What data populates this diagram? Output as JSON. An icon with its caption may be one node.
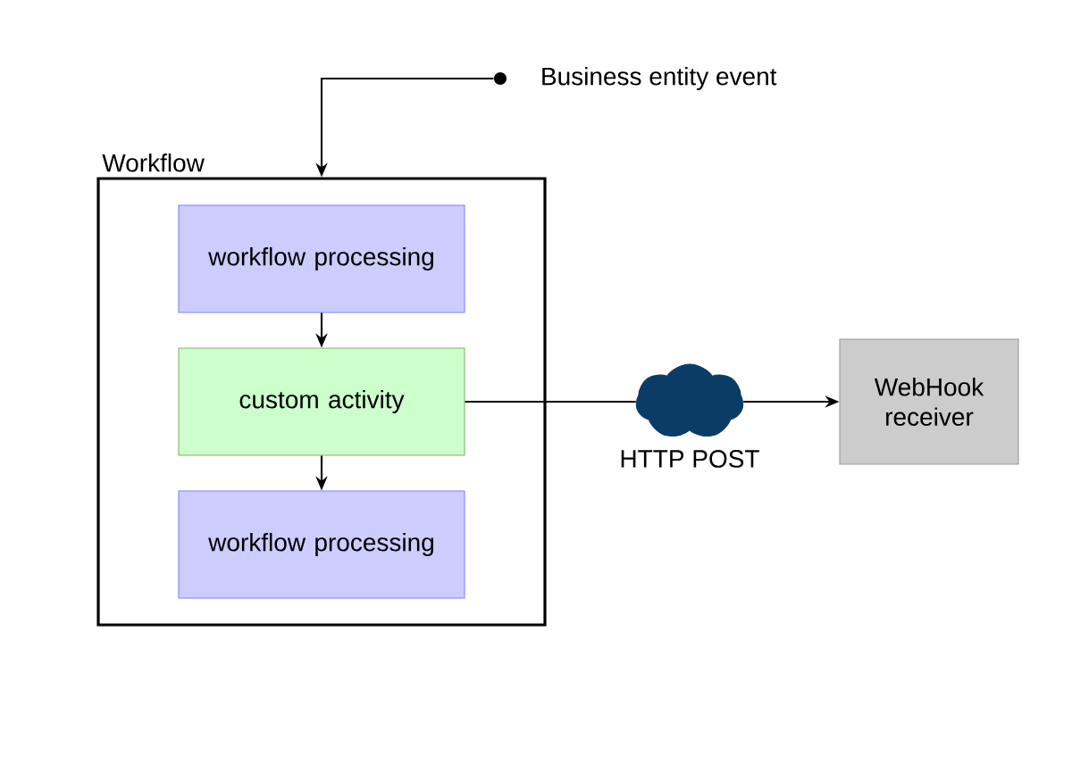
{
  "diagram": {
    "nodes": [
      {
        "text": [
          "Workflow"
        ]
      },
      {
        "text": [
          "workflow processing"
        ],
        "in": 0
      },
      {
        "text": [
          "custom activity"
        ],
        "in": 0
      },
      {
        "text": [
          "workflow processing"
        ],
        "in": 0
      },
      {
        "text": [],
        "shape": "circle",
        "beside": [
          "Business entity event"
        ]
      },
      {
        "text": [],
        "shape": "cloud",
        "beside": [
          "HTTP POST"
        ]
      },
      {
        "text": [
          "WebHook receiver"
        ]
      }
    ],
    "edges": [
      {
        "from": 4,
        "to": 0,
        "arrow": "to"
      },
      {
        "from": 1,
        "to": 2,
        "arrow": "to"
      },
      {
        "from": 2,
        "to": 3,
        "arrow": "to"
      },
      {
        "from": 2,
        "to": 5,
        "arrow": "none"
      },
      {
        "from": 5,
        "to": 6,
        "arrow": "to"
      }
    ]
  }
}
